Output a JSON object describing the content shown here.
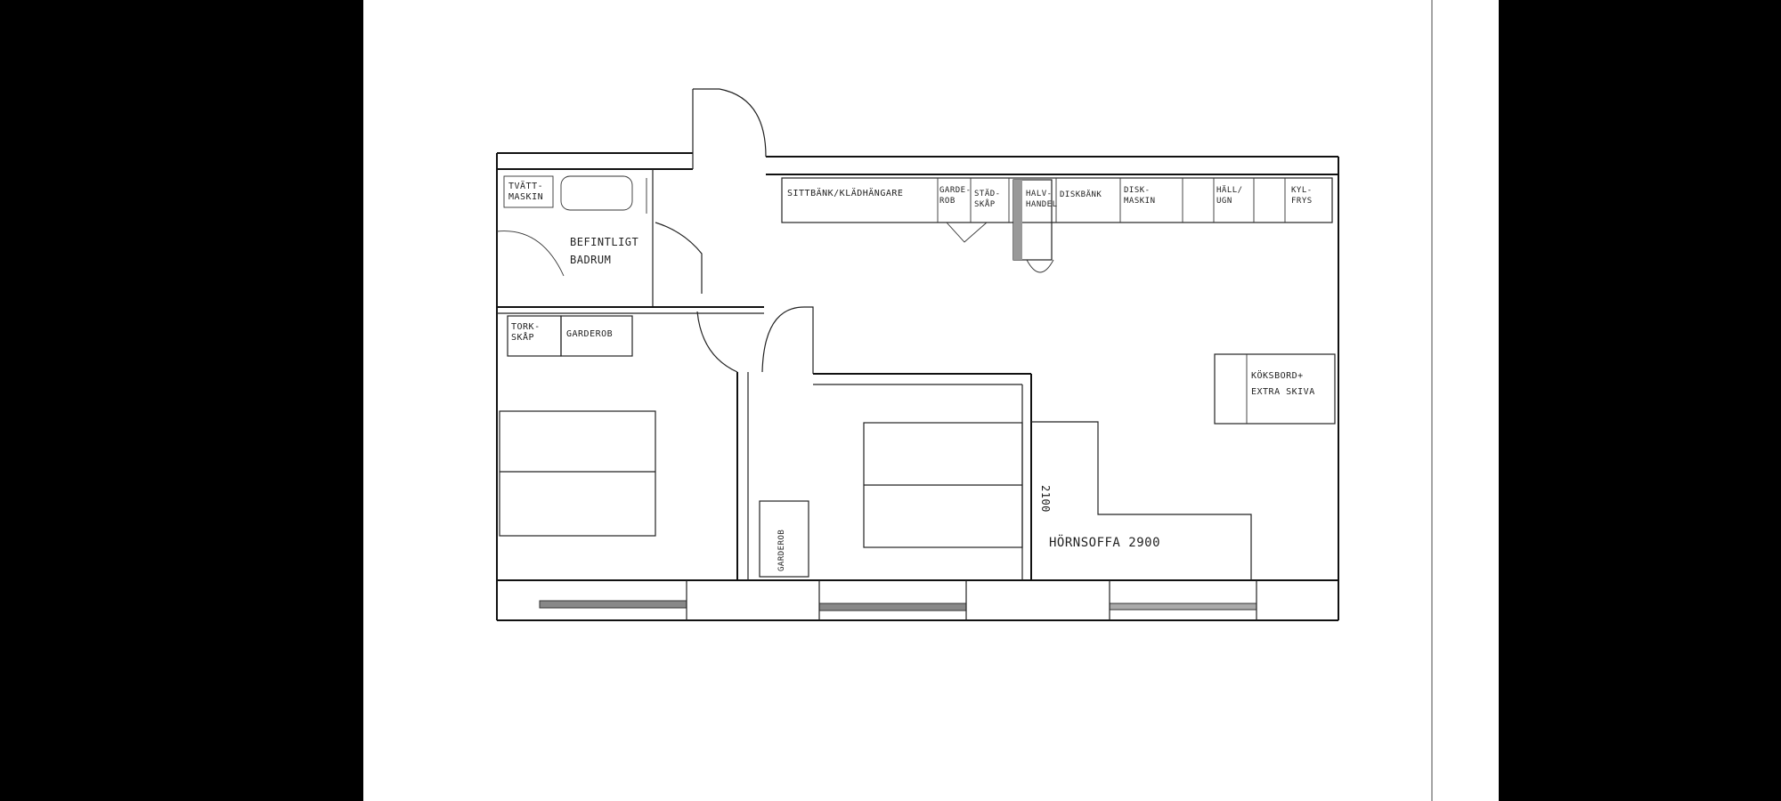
{
  "labels": {
    "tvattmaskin": "TVÄTT-\nMASKIN",
    "befintligt_badrum": "BEFINTLIGT\nBADRUM",
    "torkskap": "TORK-\nSKÅP",
    "garderob_hall": "GARDEROB",
    "sittbank": "SITTBÄNK/KLÄDHÄNGARE",
    "garderob_small": "GARDE-\nROB",
    "stadskap": "STÄD-\nSKÅP",
    "halvhandel": "HALV-\nHANDEL",
    "diskbank": "DISKBÄNK",
    "diskmaskin": "DISK-\nMASKIN",
    "hall_ugn": "HÄLL/\nUGN",
    "kyl_frys": "KYL-\nFRYS",
    "koksbord": "KÖKSBORD+\nEXTRA SKIVA",
    "dim_2100": "2100",
    "hornsoffa": "HÖRNSOFFA 2900",
    "garderob_bedroom": "GARDEROB"
  }
}
